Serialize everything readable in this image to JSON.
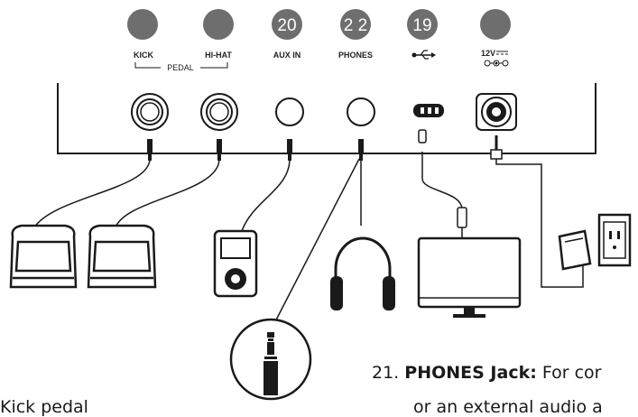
{
  "callouts": [
    {
      "id": "kick",
      "number": ""
    },
    {
      "id": "hihat",
      "number": ""
    },
    {
      "id": "aux",
      "number": "20"
    },
    {
      "id": "phones",
      "number": "2 2"
    },
    {
      "id": "usb",
      "number": "19"
    },
    {
      "id": "power",
      "number": ""
    }
  ],
  "port_labels": {
    "kick": "KICK",
    "hihat": "HI-HAT",
    "pedal_group": "PEDAL",
    "aux": "AUX IN",
    "phones": "PHONES",
    "power": "12V"
  },
  "icons": [
    "usb-icon",
    "dc-polarity-icon",
    "pedal-icon",
    "music-player-icon",
    "headphones-icon",
    "monitor-icon",
    "power-adapter-icon",
    "wall-outlet-icon",
    "jack-plug-icon"
  ],
  "caption": {
    "left_text": "Kick pedal",
    "item_number": "21.",
    "item_title": "PHONES Jack:",
    "item_text": "For cor",
    "item_line2": "or an external audio a"
  },
  "colors": {
    "badge": "#6e6e6e",
    "line": "#1a1a1a"
  }
}
